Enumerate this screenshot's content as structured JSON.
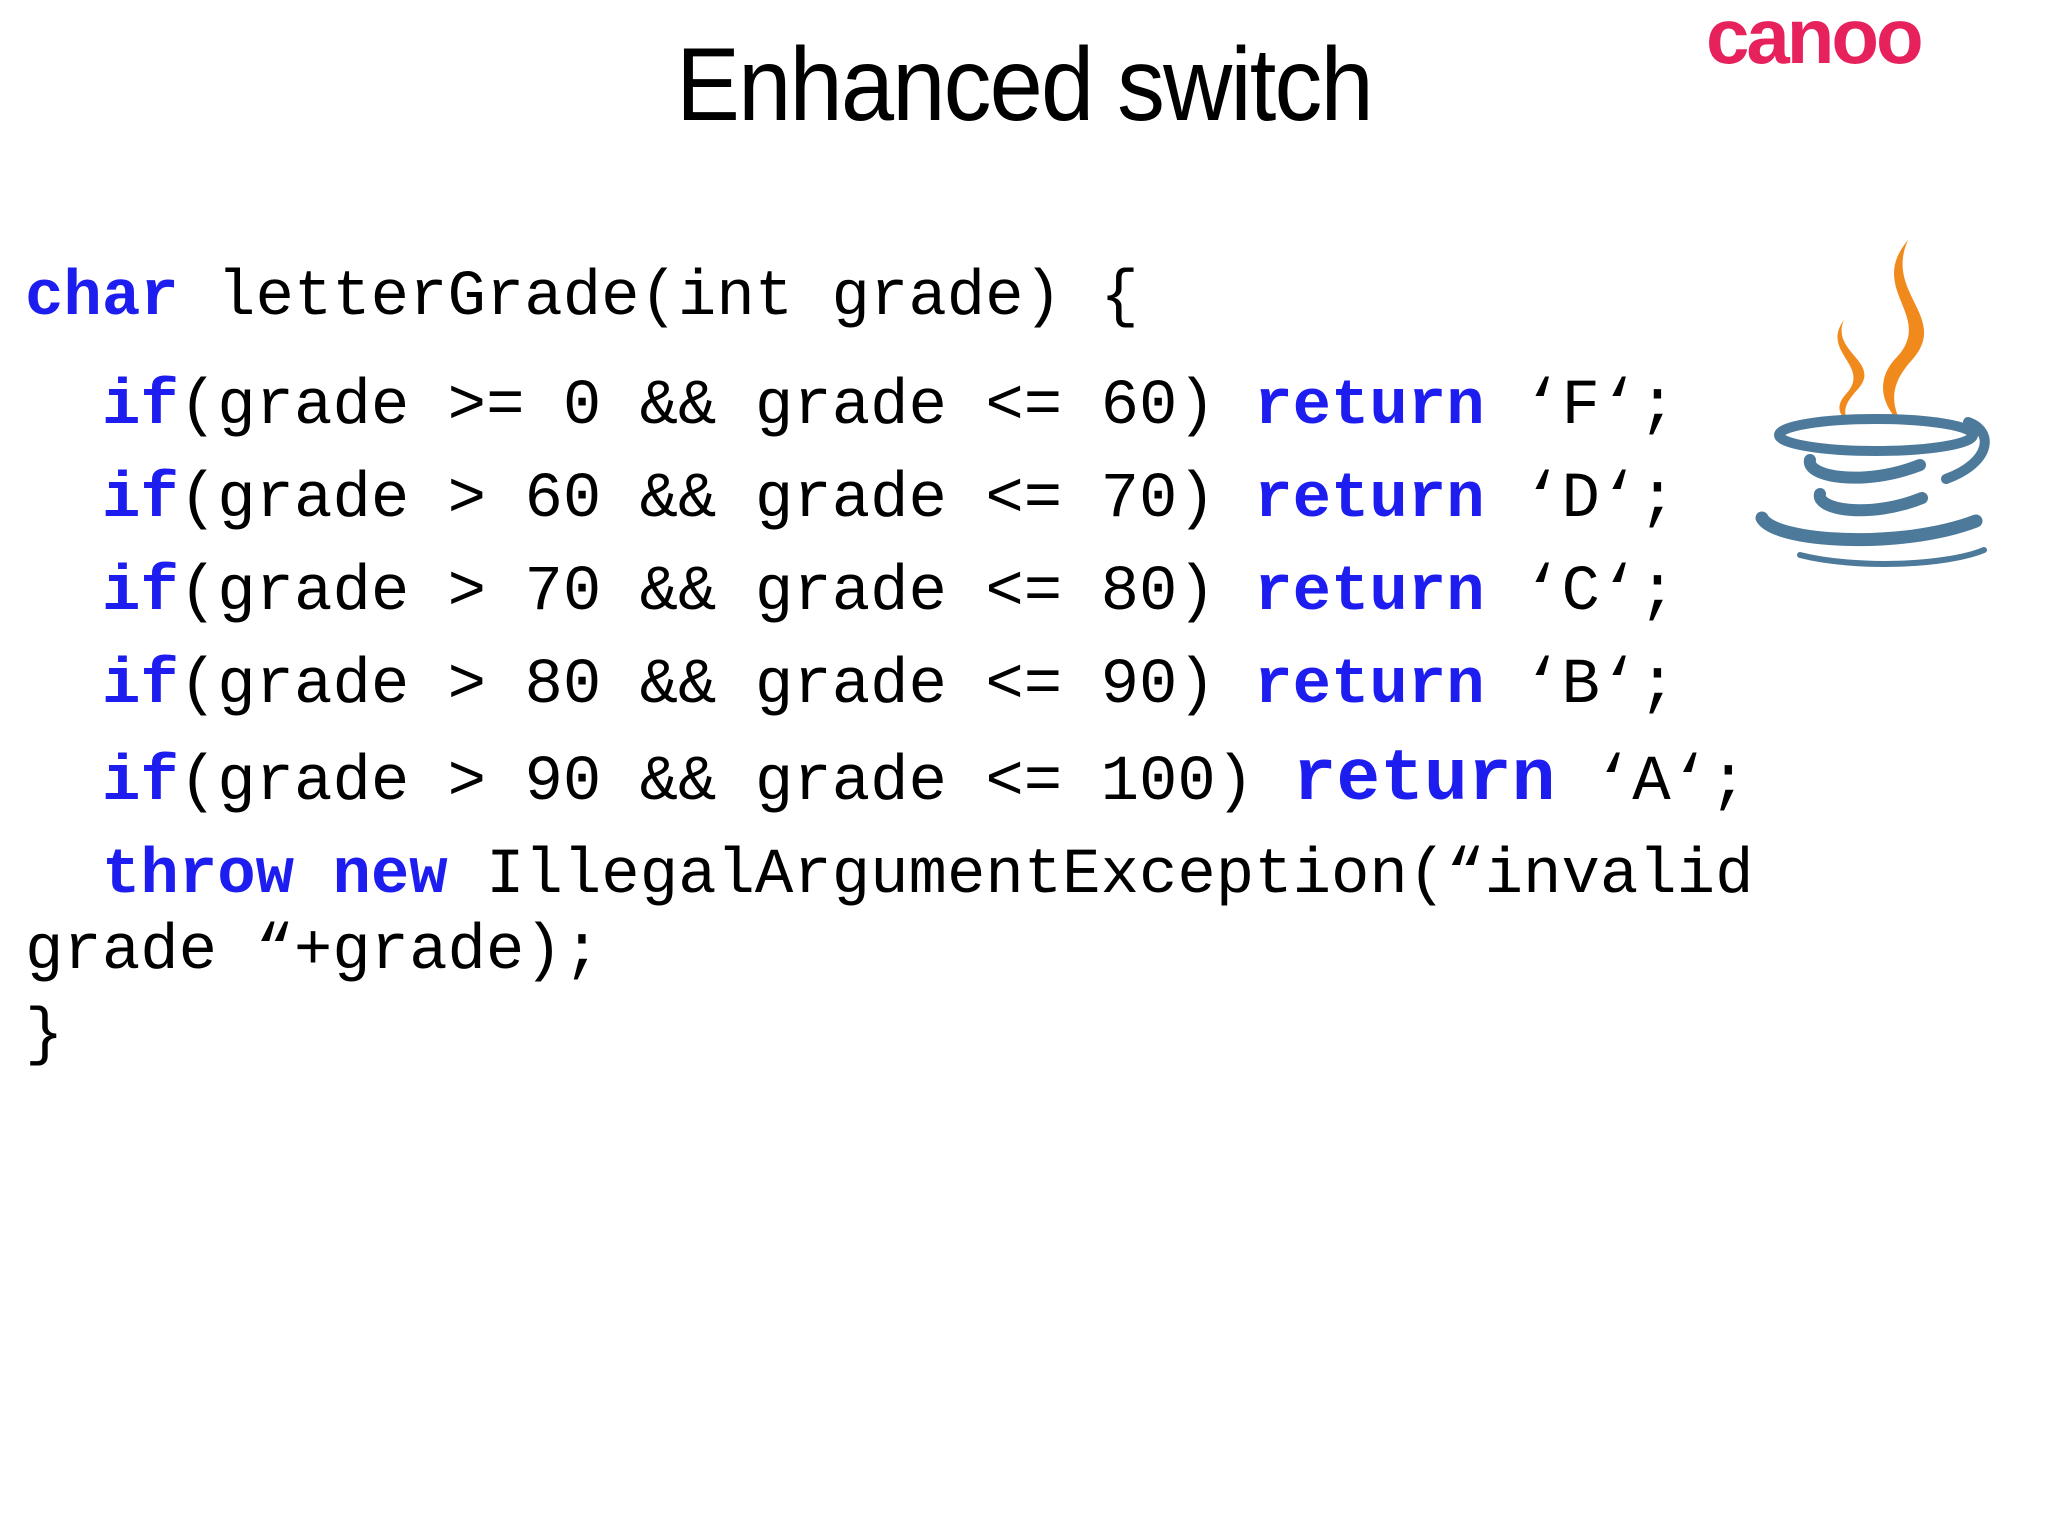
{
  "slide": {
    "title": "Enhanced switch",
    "brand": "canoo"
  },
  "code": {
    "language": "java",
    "lines": [
      [
        "char",
        " letterGrade(int grade) {"
      ],
      [
        "if",
        "(grade >= 0 && grade <= 60) ",
        "return",
        " ‘F‘;"
      ],
      [
        "if",
        "(grade > 60 && grade <= 70) ",
        "return",
        " ‘D‘;"
      ],
      [
        "if",
        "(grade > 70 && grade <= 80) ",
        "return",
        " ‘C‘;"
      ],
      [
        "if",
        "(grade > 80 && grade <= 90) ",
        "return",
        " ‘B‘;"
      ],
      [
        "if",
        "(grade > 90 && grade <= 100) ",
        "return",
        " ‘A‘;"
      ],
      [
        "throw new",
        " IllegalArgumentException(“invalid"
      ],
      [
        "grade “+grade);"
      ],
      [
        "}"
      ]
    ]
  },
  "icons": {
    "java_logo": "java-duke-cup-logo",
    "canoo_logo": "canoo-wordmark"
  },
  "colors": {
    "keyword_blue": "#1d1df0",
    "code_black": "#000000",
    "brand_pink": "#e6215c",
    "java_orange": "#f08a1d",
    "java_blue": "#4d7a9b",
    "background": "#ffffff"
  }
}
